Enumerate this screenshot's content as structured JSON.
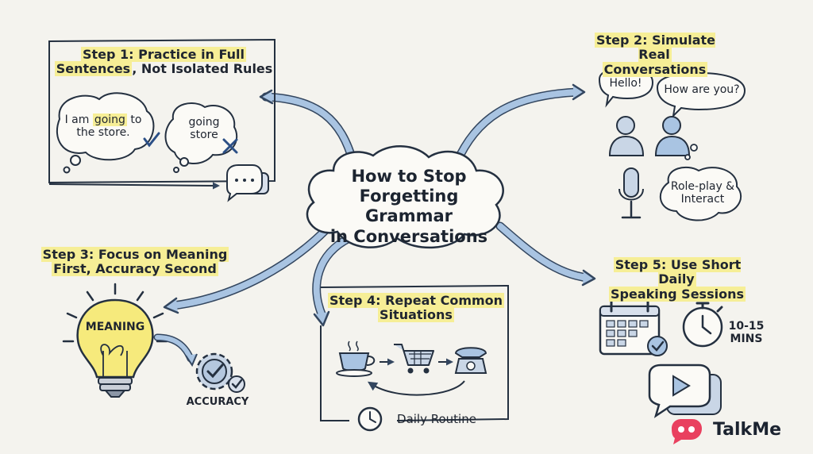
{
  "center": {
    "line1": "How to Stop",
    "line2": "Forgetting Grammar",
    "line3": "in Conversations"
  },
  "step1": {
    "title_a": "Step 1: Practice in ",
    "title_hl": "Full",
    "title_b": "Sentences",
    "title_c": ", Not Isolated Rules",
    "bubble1_a": "I am ",
    "bubble1_hl": "going",
    "bubble1_b": " to",
    "bubble1_c": "the store.",
    "bubble2_a": "going",
    "bubble2_b": "store"
  },
  "step2": {
    "title_a": "Step 2: Simulate Real",
    "title_b": "Conversations",
    "bubble1": "Hello!",
    "bubble2": "How are you?",
    "bubble3_a": "Role-play &",
    "bubble3_b": "Interact"
  },
  "step3": {
    "title_a": "Step 3: Focus on Meaning",
    "title_b": "First, Accuracy Second",
    "bulb_label": "MEANING",
    "gear_label": "ACCURACY"
  },
  "step4": {
    "title_a": "Step 4: Repeat Common",
    "title_b": "Situations",
    "routine_label": "Daily Routine"
  },
  "step5": {
    "title_a": "Step 5: Use Short Daily",
    "title_b": "Speaking Sessions",
    "timer_a": "10-15",
    "timer_b": "MINS"
  },
  "brand": {
    "name": "TalkMe",
    "color": "#e9405f"
  },
  "colors": {
    "arrow": "#a9c4e2",
    "arrow_edge": "#33465f",
    "highlight": "#f6ee96",
    "ink": "#1f2530",
    "bulb": "#f6ea7c"
  }
}
